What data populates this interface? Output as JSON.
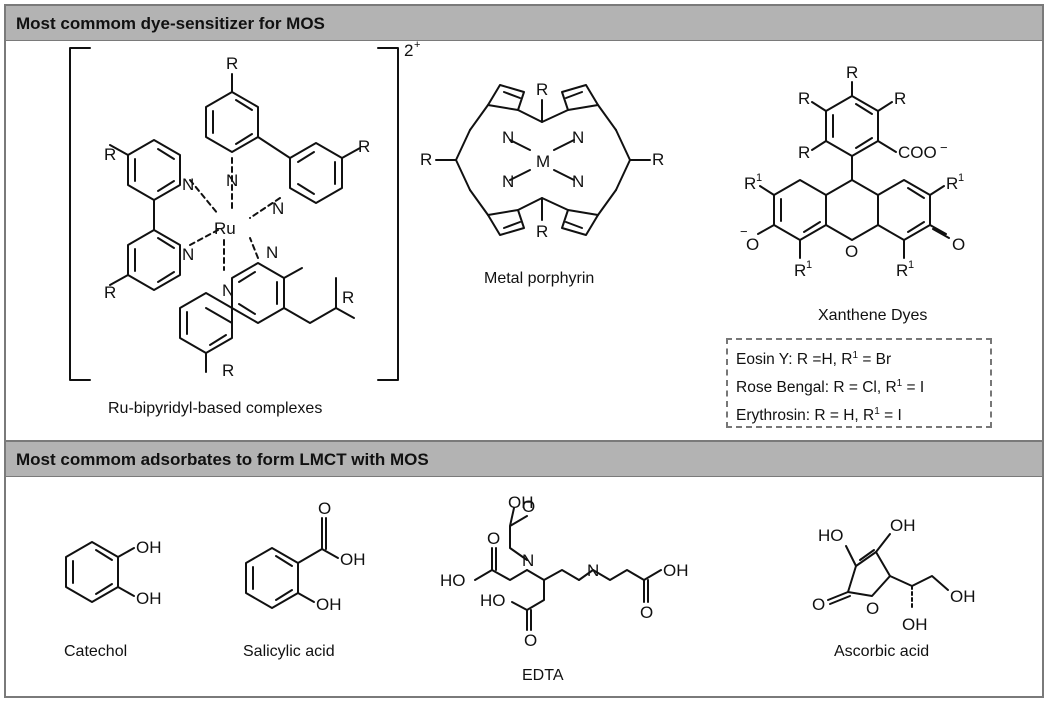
{
  "section1": {
    "title": "Most commom dye-sensitizer for MOS",
    "ru_complex": {
      "label": "Ru-bipyridyl-based complexes",
      "charge": "2",
      "charge_sup": "+",
      "atoms": {
        "Ru": "Ru",
        "N": "N",
        "R": "R"
      }
    },
    "porphyrin": {
      "label": "Metal porphyrin",
      "atoms": {
        "M": "M",
        "N": "N",
        "R": "R"
      }
    },
    "xanthene": {
      "label": "Xanthene Dyes",
      "atoms": {
        "R": "R",
        "R1": "R",
        "sup1": "1",
        "coo": "COO",
        "minus": "−",
        "O": "O"
      }
    },
    "legend": [
      {
        "name": "Eosin Y: R =H, R",
        "sup": "1",
        "rest": " = Br"
      },
      {
        "name": "Rose Bengal: R = Cl, R",
        "sup": "1",
        "rest": " = I"
      },
      {
        "name": "Erythrosin: R = H, R",
        "sup": "1",
        "rest": " = I"
      }
    ]
  },
  "section2": {
    "title": "Most commom adsorbates to form LMCT with MOS",
    "molecules": [
      {
        "label": "Catechol"
      },
      {
        "label": "Salicylic acid"
      },
      {
        "label": "EDTA"
      },
      {
        "label": "Ascorbic acid"
      }
    ],
    "atoms": {
      "OH": "OH",
      "HO": "HO",
      "O": "O",
      "N": "N"
    }
  },
  "colors": {
    "header_bg": "#b3b3b3",
    "border": "#7a7a7a",
    "ink": "#111111"
  }
}
